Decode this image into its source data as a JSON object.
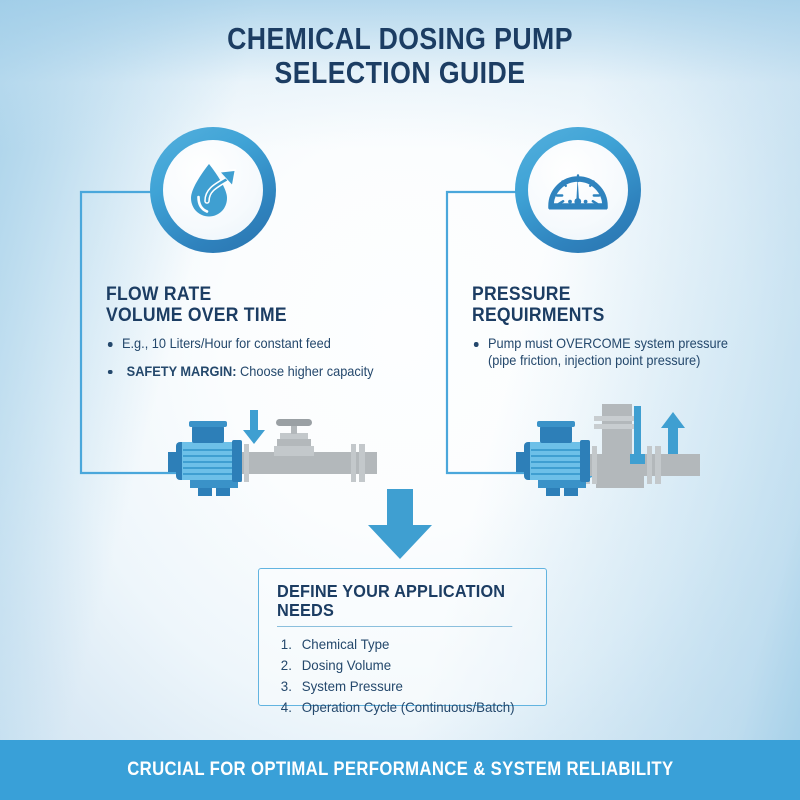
{
  "title": {
    "line1": "CHEMICAL DOSING PUMP",
    "line2": "SELECTION GUIDE"
  },
  "colors": {
    "navy": "#1c3d63",
    "body_text": "#24486c",
    "accent_blue": "#39a0d8",
    "ring_blue": "#2f83be",
    "border_blue": "#62b4e0",
    "pipe_gray": "#b3b8bb",
    "background_edge": "#a8d2ea",
    "background_center": "#fdfeff",
    "footer_bg": "#39a0d8",
    "footer_text": "#ffffff"
  },
  "sections": [
    {
      "id": "flow-rate",
      "icon": "water-drop-arrow-icon",
      "heading_line1": "FLOW RATE",
      "heading_line2": "VOLUME OVER TIME",
      "bullets": [
        {
          "lead": "",
          "text": "E.g., 10 Liters/Hour for constant feed"
        },
        {
          "lead": "SAFETY MARGIN:",
          "text": " Choose higher capacity"
        }
      ],
      "illustration": "pump-with-inline-valve-down-arrow"
    },
    {
      "id": "pressure-requirements",
      "icon": "pressure-gauge-icon",
      "heading_line1": "PRESSURE",
      "heading_line2": "REQUIRMENTS",
      "bullets": [
        {
          "lead": "",
          "text": "Pump must OVERCOME system pressure",
          "text2": "(pipe friction, injection point pressure)"
        }
      ],
      "illustration": "pump-with-tee-riser-up-arrow"
    }
  ],
  "define_box": {
    "heading": "DEFINE YOUR APPLICATION NEEDS",
    "items": [
      "Chemical Type",
      "Dosing Volume",
      "System Pressure",
      "Operation Cycle (Continuous/Batch)"
    ]
  },
  "center_arrow": {
    "icon": "down-arrow-icon",
    "direction": "down"
  },
  "footer": {
    "text": "CRUCIAL FOR OPTIMAL PERFORMANCE & SYSTEM RELIABILITY"
  }
}
